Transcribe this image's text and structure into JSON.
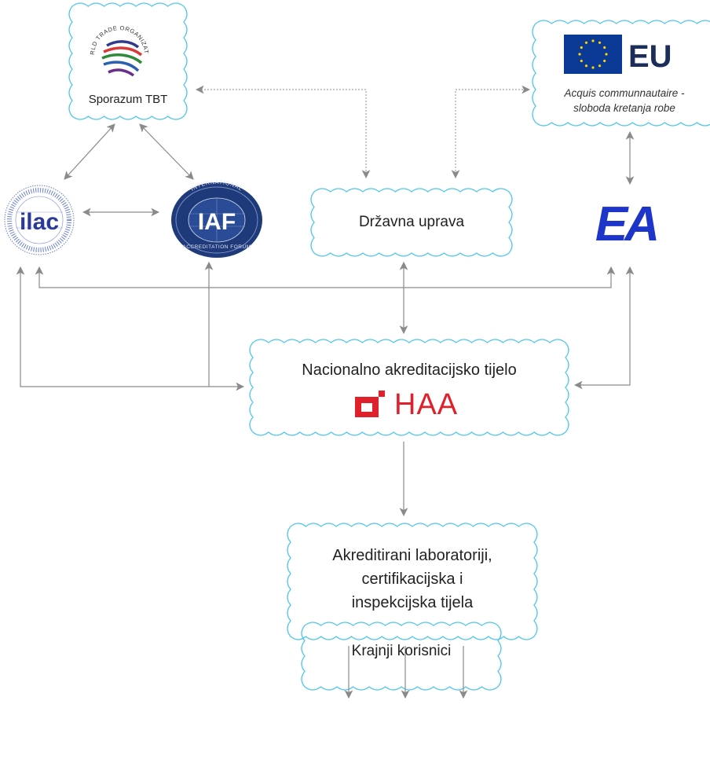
{
  "wto": {
    "ring_text": "WORLD TRADE ORGANIZATION",
    "label": "Sporazum TBT"
  },
  "eu": {
    "title": "EU",
    "subtitle_line1": "Acquis communnautaire -",
    "subtitle_line2": "sloboda kretanja robe"
  },
  "ilac": {
    "logo_text": "ilac"
  },
  "iaf": {
    "logo_text": "IAF",
    "ring_top": "INTERNATIONAL",
    "ring_bottom": "ACCREDITATION FORUM"
  },
  "ea": {
    "logo_text": "EA"
  },
  "drzavna": {
    "label": "Državna uprava"
  },
  "nacionalno": {
    "label": "Nacionalno akreditacijsko tijelo",
    "brand": "HAA"
  },
  "akreditirani": {
    "line1": "Akreditirani laboratoriji,",
    "line2": "certifikacijska i",
    "line3": "inspekcijska tijela"
  },
  "krajnji": {
    "label": "Krajnji korisnici"
  },
  "colors": {
    "box_border": "#4fc6ec",
    "arrow": "#8a8a8a",
    "eu_flag": "#0a3a96",
    "eu_star": "#ffd200",
    "haa_red": "#e0202a",
    "ea_blue": "#1d35c8",
    "iaf_navy": "#1f3a7a"
  }
}
